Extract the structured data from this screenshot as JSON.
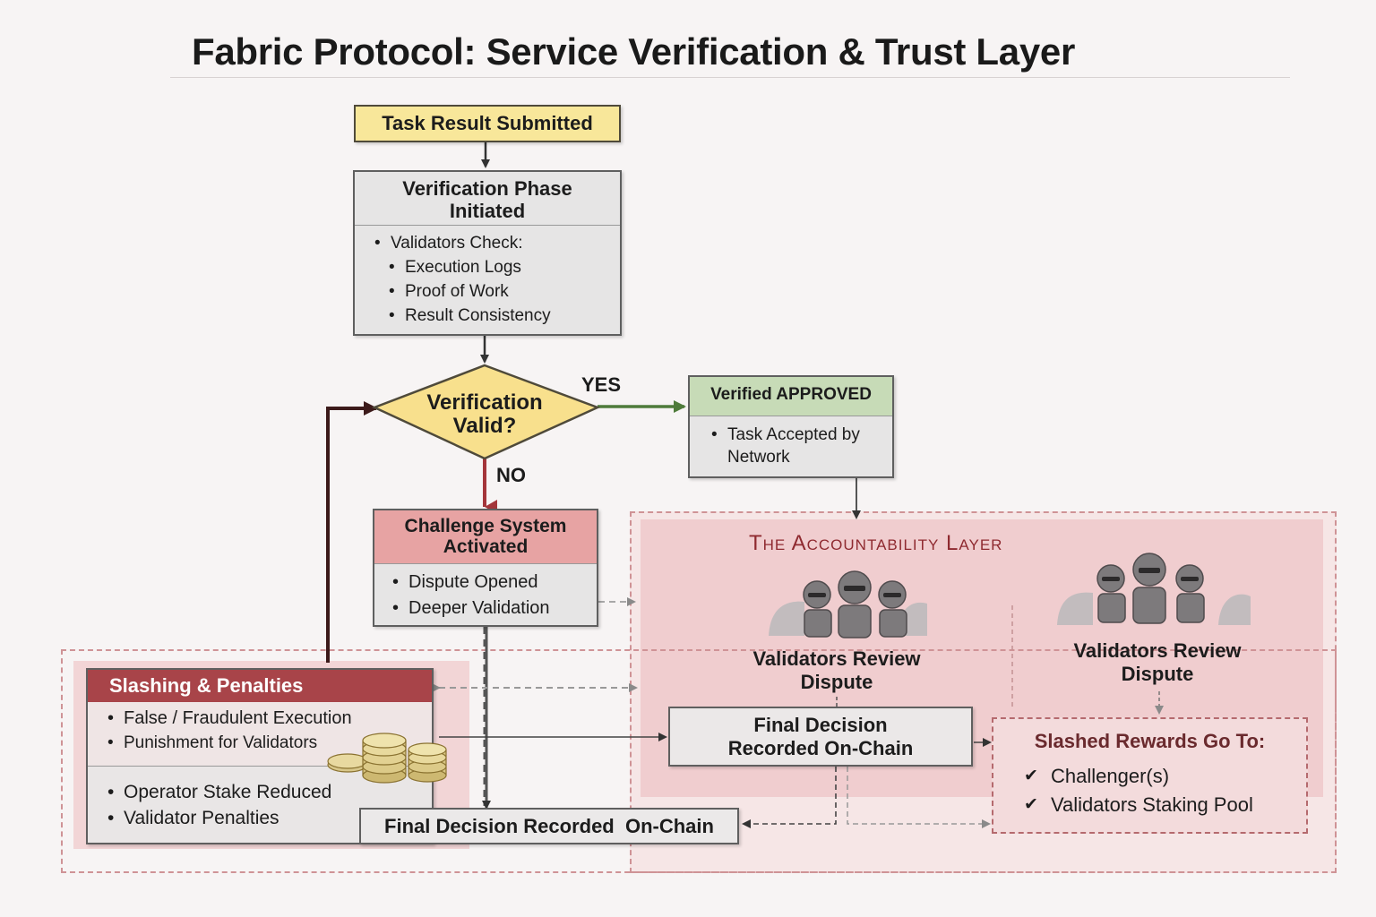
{
  "title": "Fabric Protocol: Service Verification & Trust Layer",
  "nodes": {
    "submitted": "Task Result Submitted",
    "verification": {
      "title": "Verification Phase Initiated",
      "check_label": "Validators Check:",
      "checks": [
        "Execution Logs",
        "Proof of Work",
        "Result Consistency"
      ]
    },
    "decision": "Verification Valid?",
    "yes_label": "YES",
    "no_label": "NO",
    "approved": {
      "title": "Verified APPROVED",
      "items": [
        "Task Accepted by Network"
      ]
    },
    "challenge": {
      "title": "Challenge System Activated",
      "items": [
        "Dispute Opened",
        "Deeper Validation"
      ]
    },
    "accountability": {
      "title": "The Accountability Layer",
      "review_left": "Validators Review Dispute",
      "review_right": "Validators Review Dispute",
      "final_decision": "Final Decision Recorded On-Chain",
      "slashed": {
        "title": "Slashed Rewards Go To:",
        "items": [
          "Challenger(s)",
          "Validators Staking Pool"
        ]
      }
    },
    "slashing": {
      "title": "Slashing & Penalties",
      "items_top": [
        "False / Fraudulent Execution",
        "Punishment for Validators"
      ],
      "items_bottom": [
        "Operator Stake Reduced",
        "Validator Penalties"
      ]
    },
    "final_bottom": "Final Decision Recorded  On-Chain"
  },
  "icons": [
    "validators-group-icon",
    "coin-stack-icon"
  ],
  "colors": {
    "submitted_fill": "#f8e79a",
    "decision_fill": "#f8e08d",
    "approved_header": "#c7dbb7",
    "yes_arrow": "#4f7b3b",
    "no_arrow": "#a4353a",
    "challenge_header": "#e7a3a3",
    "slashing_header": "#a84449",
    "accountability_title": "#8f2a30",
    "zone_fill": "#f4d7d8",
    "loop_arrow": "#3c1a1a"
  }
}
